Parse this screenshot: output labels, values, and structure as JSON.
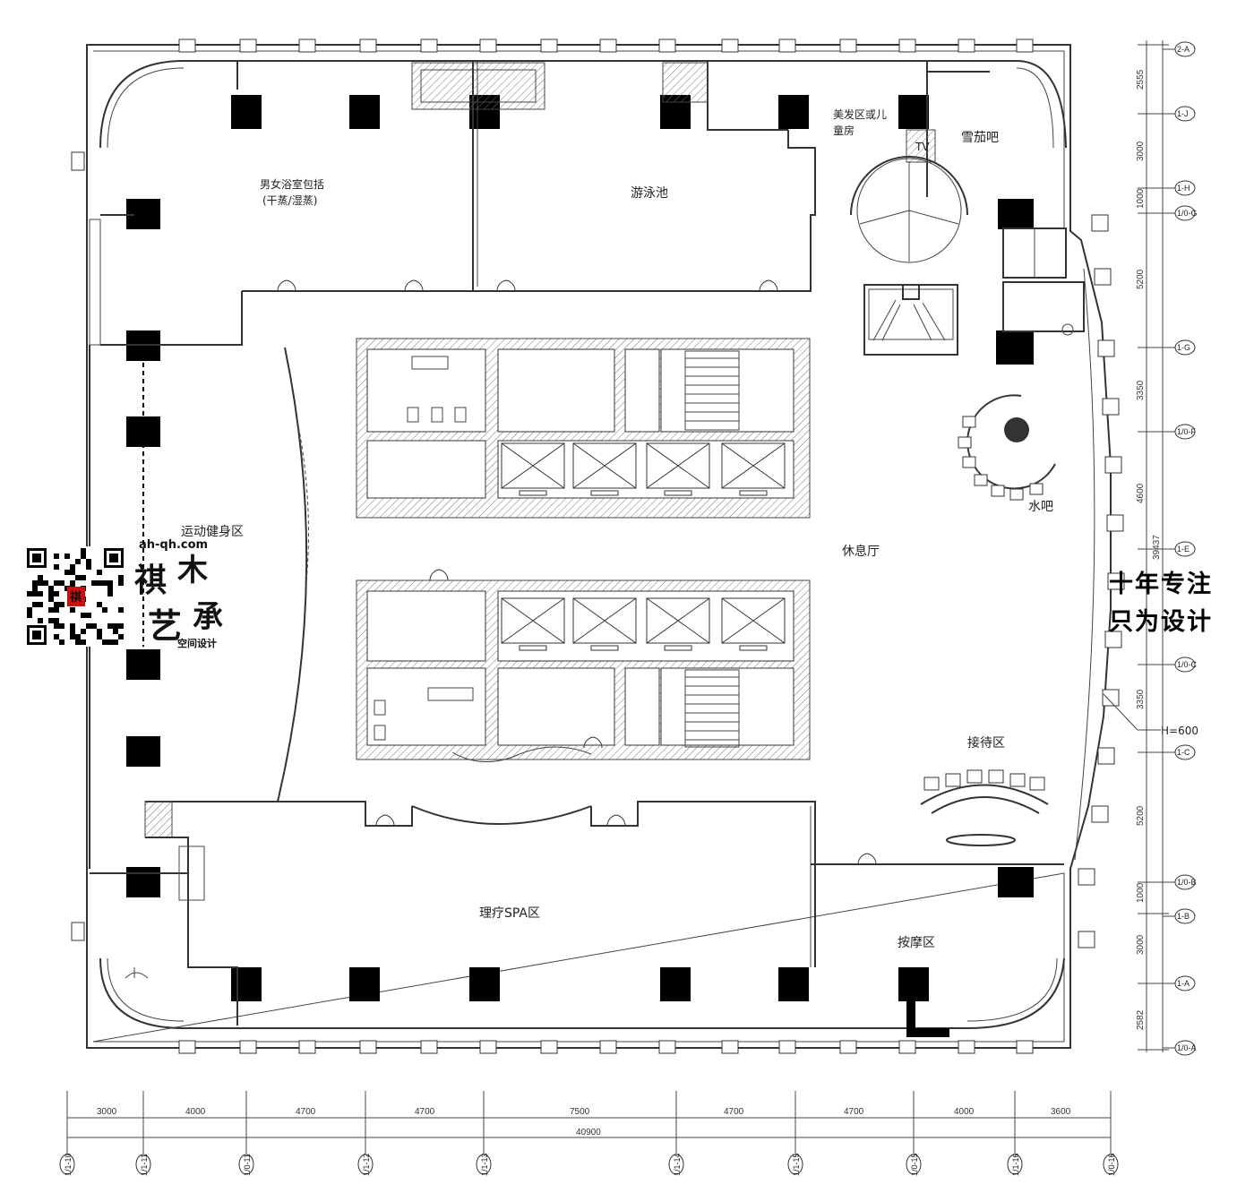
{
  "rooms": {
    "bath": "男女浴室包括",
    "bath_sub": "(干蒸/湿蒸)",
    "pool": "游泳池",
    "salon_1": "美发区或儿",
    "salon_2": "童房",
    "tv": "TV",
    "cigar": "雪茄吧",
    "gym": "运动健身区",
    "lounge": "休息厅",
    "water_bar": "水吧",
    "reception": "接待区",
    "spa": "理疗SPA区",
    "massage": "按摩区",
    "h600": "H=600"
  },
  "dimensions": {
    "bottom": [
      "3000",
      "4000",
      "4700",
      "4700",
      "7500",
      "4700",
      "4700",
      "4000",
      "3600"
    ],
    "bottom_total": "40900",
    "right": [
      "2555",
      "3000",
      "1000",
      "5200",
      "3350",
      "4600",
      "3350",
      "5200",
      "1000",
      "3000",
      "2582"
    ],
    "right_total": "39437"
  },
  "grid": {
    "bottom": [
      "1/1-10",
      "1/1-11",
      "1/0-11",
      "1/1-12",
      "1/1-13",
      "1/1-14",
      "1/1-15",
      "1/0-15",
      "1/1-16",
      "1/0-16"
    ],
    "right": [
      "2-A",
      "1-J",
      "1-H",
      "1/0-G",
      "1-G",
      "1/0-F",
      "1-E",
      "1/0-C",
      "1-C",
      "1/0-B",
      "1-B",
      "1-A",
      "1/0-A"
    ]
  },
  "watermark": {
    "url": "ah-qh.com",
    "name_1": "祺",
    "name_2": "木",
    "name_3": "艺",
    "name_4": "承",
    "subtitle": "空间设计",
    "seal": "祺"
  },
  "slogan": {
    "line1": "十年专注",
    "line2": "只为设计"
  }
}
